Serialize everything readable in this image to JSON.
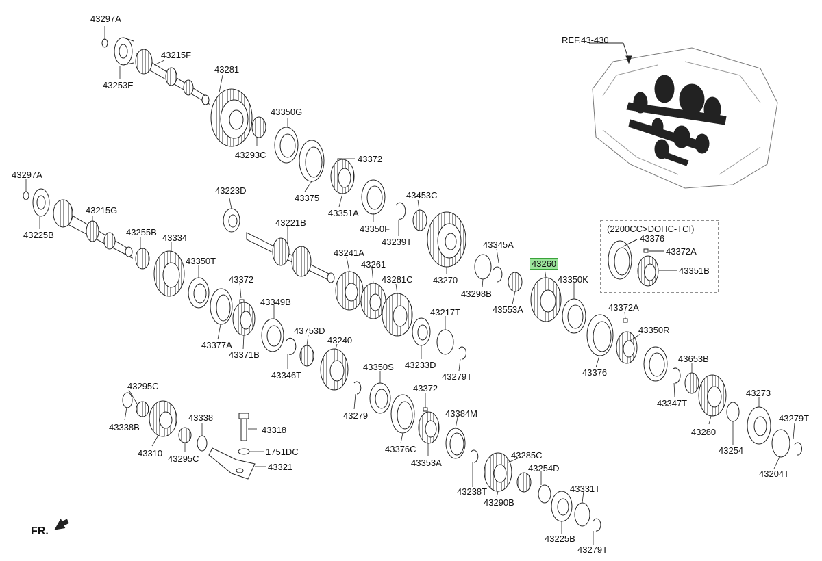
{
  "reference": "REF.43-430",
  "front_marker": "FR.",
  "inset_title": "(2200CC>DOHC-TCI)",
  "highlight_color": "#9be39b",
  "highlighted_part": "43260",
  "parts": {
    "p43297A_1": "43297A",
    "p43253E": "43253E",
    "p43215F": "43215F",
    "p43281": "43281",
    "p43350G": "43350G",
    "p43293C": "43293C",
    "p43372_1": "43372",
    "p43375": "43375",
    "p43351A": "43351A",
    "p43350F": "43350F",
    "p43453C": "43453C",
    "p43239T": "43239T",
    "p43270": "43270",
    "p43297A_2": "43297A",
    "p43225B_1": "43225B",
    "p43215G": "43215G",
    "p43223D": "43223D",
    "p43221B": "43221B",
    "p43255B": "43255B",
    "p43334": "43334",
    "p43241A": "43241A",
    "p43261": "43261",
    "p43281C": "43281C",
    "p43345A": "43345A",
    "p43298B": "43298B",
    "p43260": "43260",
    "p43553A": "43553A",
    "p43350K": "43350K",
    "p43350T": "43350T",
    "p43372_2": "43372",
    "p43349B": "43349B",
    "p43377A": "43377A",
    "p43371B": "43371B",
    "p43753D": "43753D",
    "p43240": "43240",
    "p43346T": "43346T",
    "p43217T": "43217T",
    "p43233D": "43233D",
    "p43279T_1": "43279T",
    "p43372A_1": "43372A",
    "p43350R": "43350R",
    "p43376_1": "43376",
    "p43653B": "43653B",
    "p43347T": "43347T",
    "p43280": "43280",
    "p43273": "43273",
    "p43279T_2": "43279T",
    "p43254": "43254",
    "p43204T": "43204T",
    "p43376_2": "43376",
    "p43372A_2": "43372A",
    "p43351B": "43351B",
    "p43295C_1": "43295C",
    "p43338B": "43338B",
    "p43310": "43310",
    "p43338": "43338",
    "p43295C_2": "43295C",
    "p43318": "43318",
    "p1751DC": "1751DC",
    "p43321": "43321",
    "p43350S": "43350S",
    "p43279": "43279",
    "p43372_3": "43372",
    "p43376C": "43376C",
    "p43384M": "43384M",
    "p43353A": "43353A",
    "p43238T": "43238T",
    "p43285C": "43285C",
    "p43290B": "43290B",
    "p43254D": "43254D",
    "p43331T": "43331T",
    "p43225B_2": "43225B",
    "p43279T_3": "43279T"
  }
}
